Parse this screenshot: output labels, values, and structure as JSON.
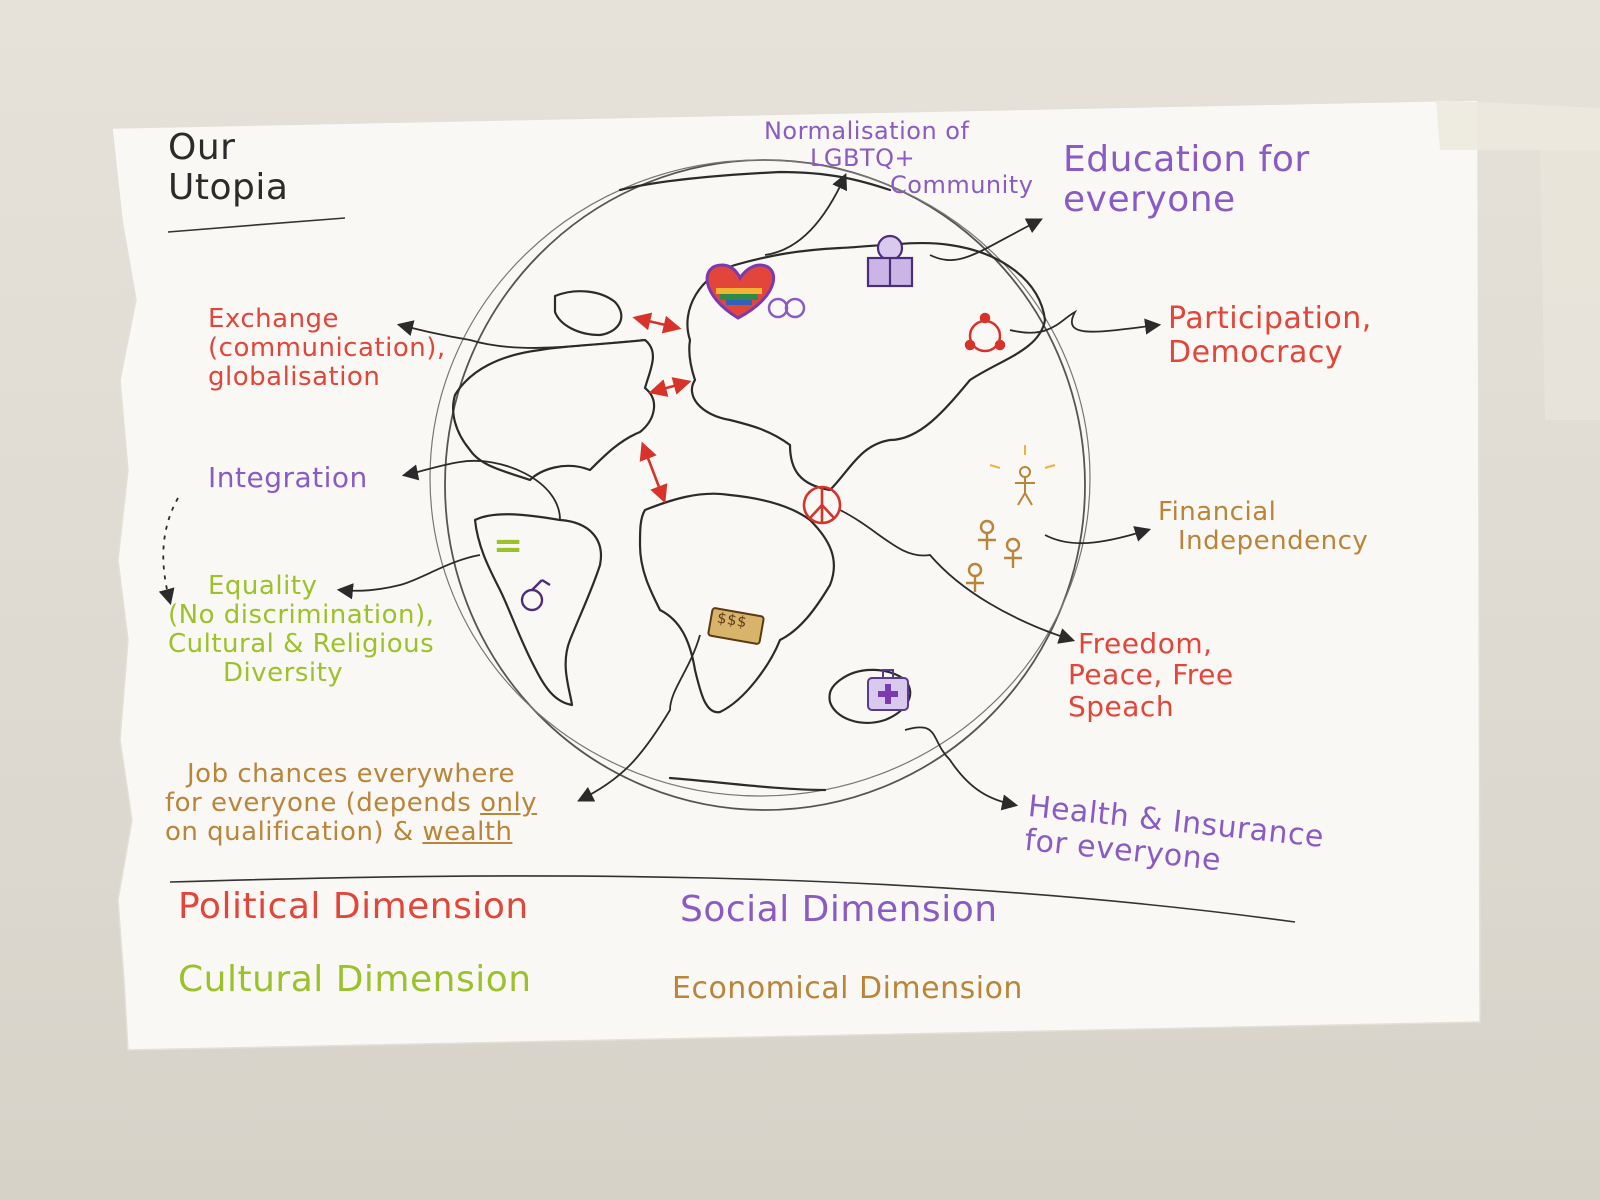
{
  "poster": {
    "title_lines": [
      "Our",
      "Utopia"
    ],
    "labels": {
      "lgbtq": [
        "Normalisation of",
        "LGBTQ+",
        "Community"
      ],
      "education": [
        "Education for",
        "everyone"
      ],
      "exchange": [
        "Exchange",
        "(communication),",
        "globalisation"
      ],
      "participation": [
        "Participation,",
        "Democracy"
      ],
      "integration": "Integration",
      "financial": [
        "Financial",
        "Independency"
      ],
      "equality": [
        "Equality",
        "(No discrimination),",
        "Cultural & Religious",
        "Diversity"
      ],
      "freedom": [
        "Freedom,",
        "Peace, Free",
        "Speach"
      ],
      "jobs": {
        "line1": "Job chances everywhere",
        "line2a": "for everyone (depends ",
        "line2b": "only",
        "line3a": "on qualification) & ",
        "line3b": "wealth"
      },
      "health": [
        "Health & Insurance",
        "for everyone"
      ]
    },
    "legend": {
      "political": "Political Dimension",
      "social": "Social Dimension",
      "cultural": "Cultural Dimension",
      "economical": "Economical Dimension"
    },
    "icons": {
      "equal_sign": "=",
      "money": "$$$"
    }
  },
  "colors": {
    "political": "#e2453a",
    "social": "#8a5bc4",
    "cultural": "#9cc12a",
    "economical": "#b9853a",
    "ink": "#2b2b2b"
  }
}
